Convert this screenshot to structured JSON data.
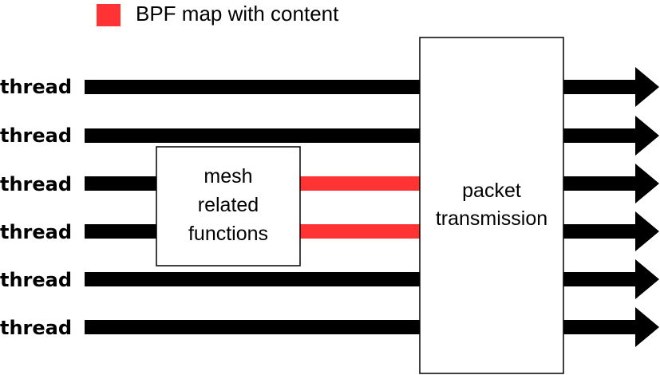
{
  "legend": {
    "label": "BPF map with content",
    "color": "#ff3333"
  },
  "threads": [
    {
      "label": "thread"
    },
    {
      "label": "thread"
    },
    {
      "label": "thread"
    },
    {
      "label": "thread"
    },
    {
      "label": "thread"
    },
    {
      "label": "thread"
    }
  ],
  "mesh_box": {
    "lines": [
      "mesh",
      "related",
      "functions"
    ]
  },
  "packet_box": {
    "lines": [
      "packet",
      "transmission"
    ]
  },
  "colors": {
    "line": "#000000",
    "bpf": "#ff3333"
  }
}
